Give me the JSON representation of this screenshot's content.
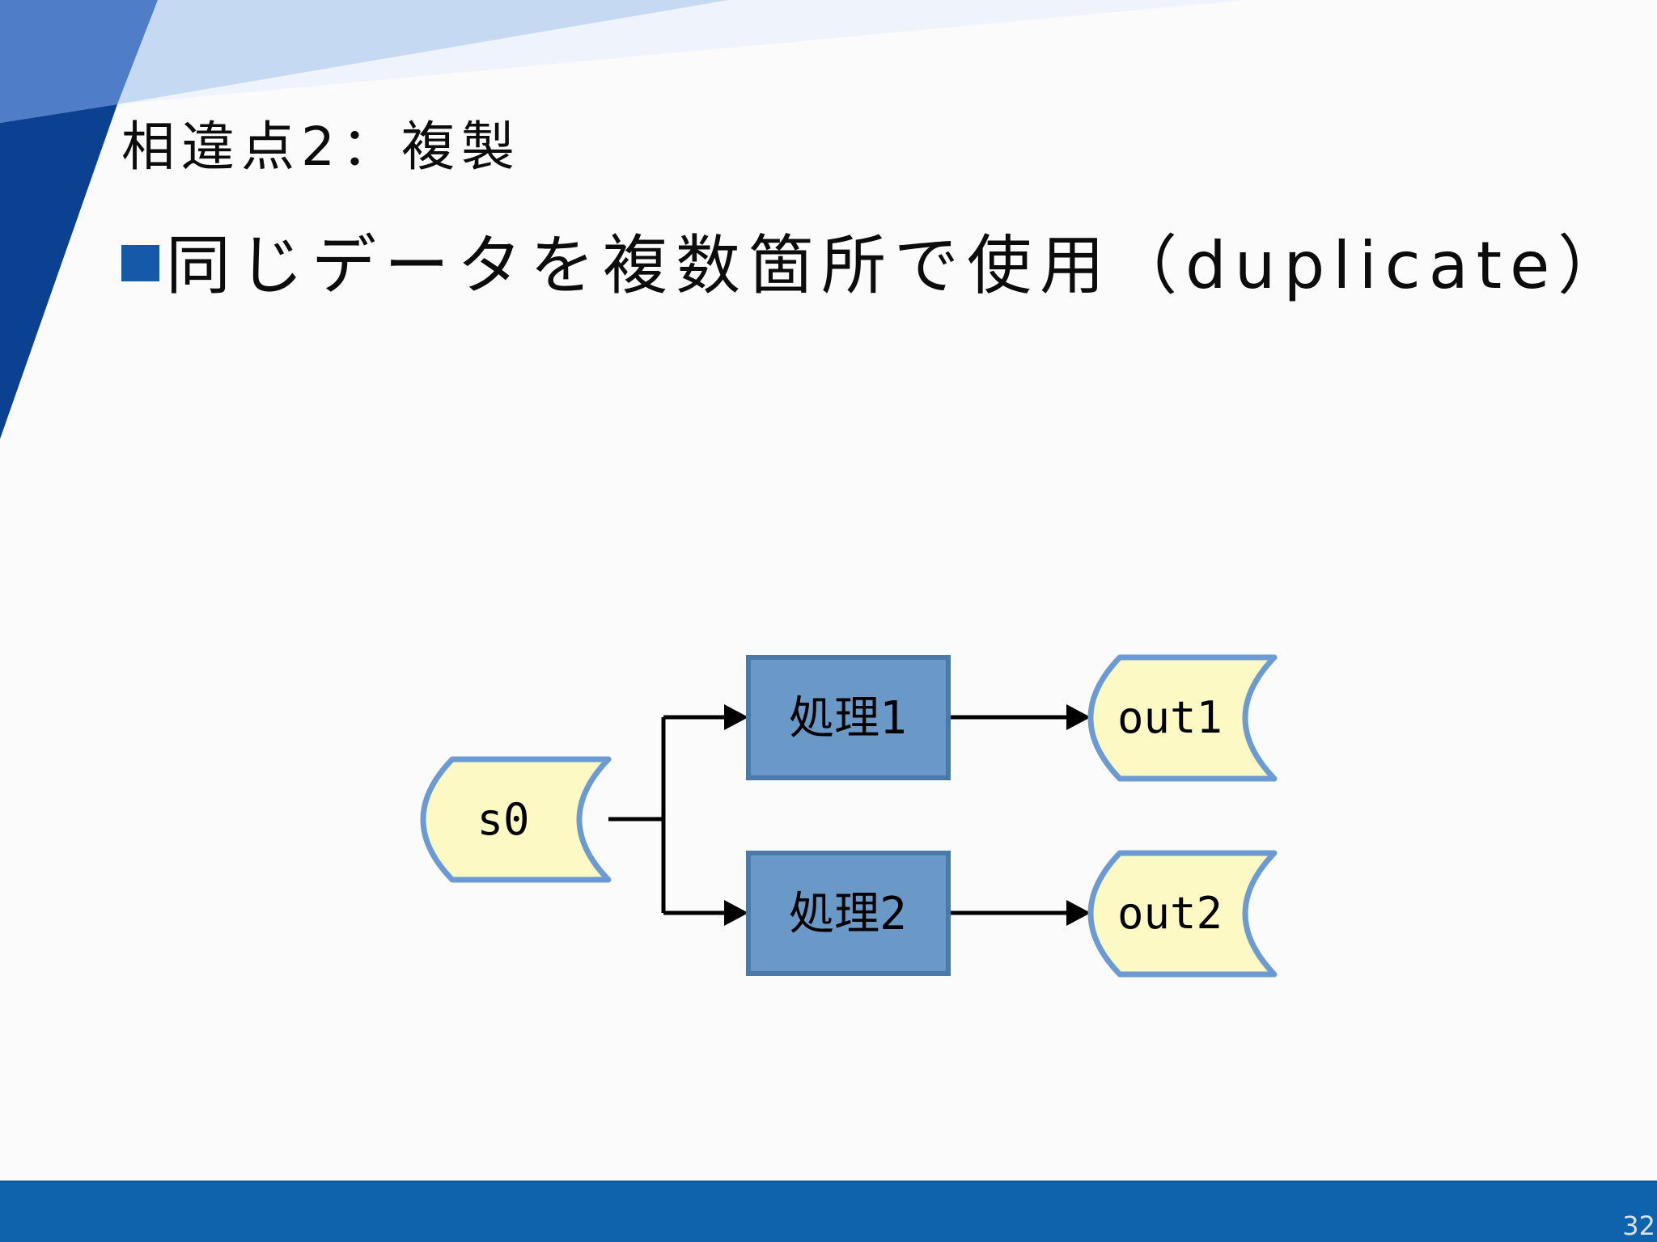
{
  "slide": {
    "title": "相違点2：複製",
    "bullet_text": "同じデータを複数箇所で使用（duplicate）",
    "page_number": "32"
  },
  "diagram": {
    "source_label": "s0",
    "process1_label": "処理1",
    "process2_label": "処理2",
    "output1_label": "out1",
    "output2_label": "out2"
  },
  "colors": {
    "decoration_dark_navy": "#0C4192",
    "decoration_medium_blue": "#4F7DC8",
    "decoration_pale_blue": "#C6D9F3",
    "bullet_square_blue": "#1559A8",
    "footer_bar_blue": "#0F62AC",
    "process_box_fill": "#6B99C7",
    "process_box_border": "#4B7AA9",
    "stored_data_fill": "#FDF9C4",
    "stored_data_border": "#6B9BD2",
    "connector_black": "#000000",
    "page_number_text": "#D7E2F0"
  }
}
